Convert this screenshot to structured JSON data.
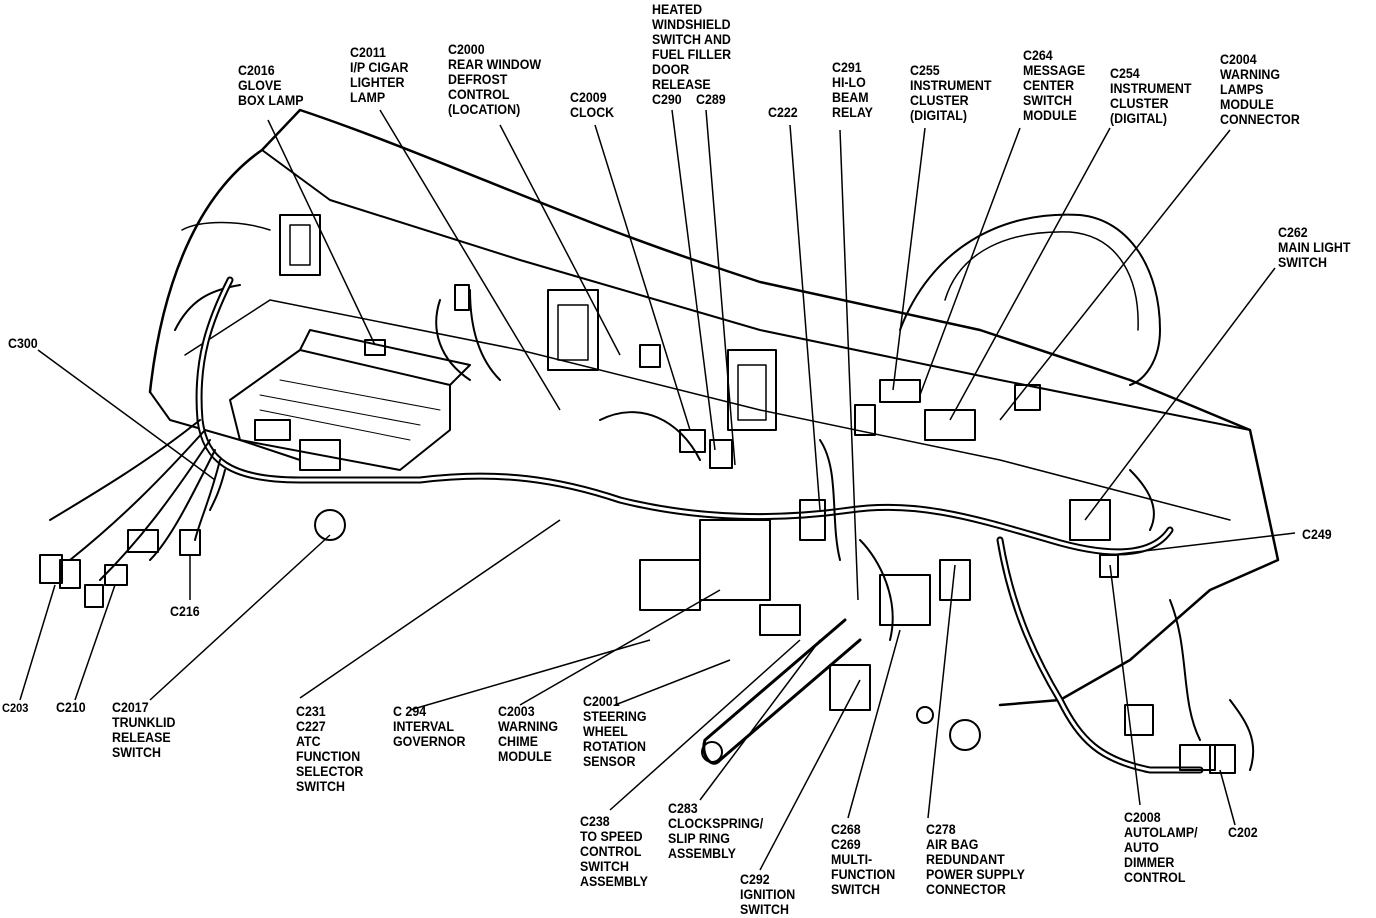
{
  "diagram": {
    "callouts": [
      {
        "id": "c2016",
        "text": "C2016\nGLOVE\nBOX LAMP"
      },
      {
        "id": "c2011",
        "text": "C2011\nI/P CIGAR\nLIGHTER\nLAMP"
      },
      {
        "id": "c2000",
        "text": "C2000\nREAR WINDOW\nDEFROST\nCONTROL\n(LOCATION)"
      },
      {
        "id": "c2009",
        "text": "C2009\nCLOCK"
      },
      {
        "id": "heated",
        "text": "HEATED\nWINDSHIELD\nSWITCH AND\nFUEL FILLER\nDOOR\nRELEASE"
      },
      {
        "id": "c290",
        "text": "C290"
      },
      {
        "id": "c289",
        "text": "C289"
      },
      {
        "id": "c222",
        "text": "C222"
      },
      {
        "id": "c291",
        "text": "C291\nHI-LO\nBEAM\nRELAY"
      },
      {
        "id": "c255",
        "text": "C255\nINSTRUMENT\nCLUSTER\n(DIGITAL)"
      },
      {
        "id": "c264",
        "text": "C264\nMESSAGE\nCENTER\nSWITCH\nMODULE"
      },
      {
        "id": "c254",
        "text": "C254\nINSTRUMENT\nCLUSTER\n(DIGITAL)"
      },
      {
        "id": "c2004",
        "text": "C2004\nWARNING\nLAMPS\nMODULE\nCONNECTOR"
      },
      {
        "id": "c262",
        "text": "C262\nMAIN LIGHT\nSWITCH"
      },
      {
        "id": "c300",
        "text": "C300"
      },
      {
        "id": "c249",
        "text": "C249"
      },
      {
        "id": "c216",
        "text": "C216"
      },
      {
        "id": "c203",
        "text": "C203"
      },
      {
        "id": "c210",
        "text": "C210"
      },
      {
        "id": "c2017",
        "text": "C2017\nTRUNKLID\nRELEASE\nSWITCH"
      },
      {
        "id": "c231",
        "text": "C231\nC227\nATC\nFUNCTION\nSELECTOR\nSWITCH"
      },
      {
        "id": "c294",
        "text": "C 294\nINTERVAL\nGOVERNOR"
      },
      {
        "id": "c2003",
        "text": "C2003\nWARNING\nCHIME\nMODULE"
      },
      {
        "id": "c2001",
        "text": "C2001\nSTEERING\nWHEEL\nROTATION\nSENSOR"
      },
      {
        "id": "c238",
        "text": "C238\nTO SPEED\nCONTROL\nSWITCH\nASSEMBLY"
      },
      {
        "id": "c283",
        "text": "C283\nCLOCKSPRING/\nSLIP RING\nASSEMBLY"
      },
      {
        "id": "c292",
        "text": "C292\nIGNITION\nSWITCH"
      },
      {
        "id": "c268",
        "text": "C268\nC269\nMULTI-\nFUNCTION\nSWITCH"
      },
      {
        "id": "c278",
        "text": "C278\nAIR BAG\nREDUNDANT\nPOWER SUPPLY\nCONNECTOR"
      },
      {
        "id": "c2008",
        "text": "C2008\nAUTOLAMP/\nAUTO\nDIMMER\nCONTROL"
      },
      {
        "id": "c202",
        "text": "C202"
      }
    ]
  }
}
